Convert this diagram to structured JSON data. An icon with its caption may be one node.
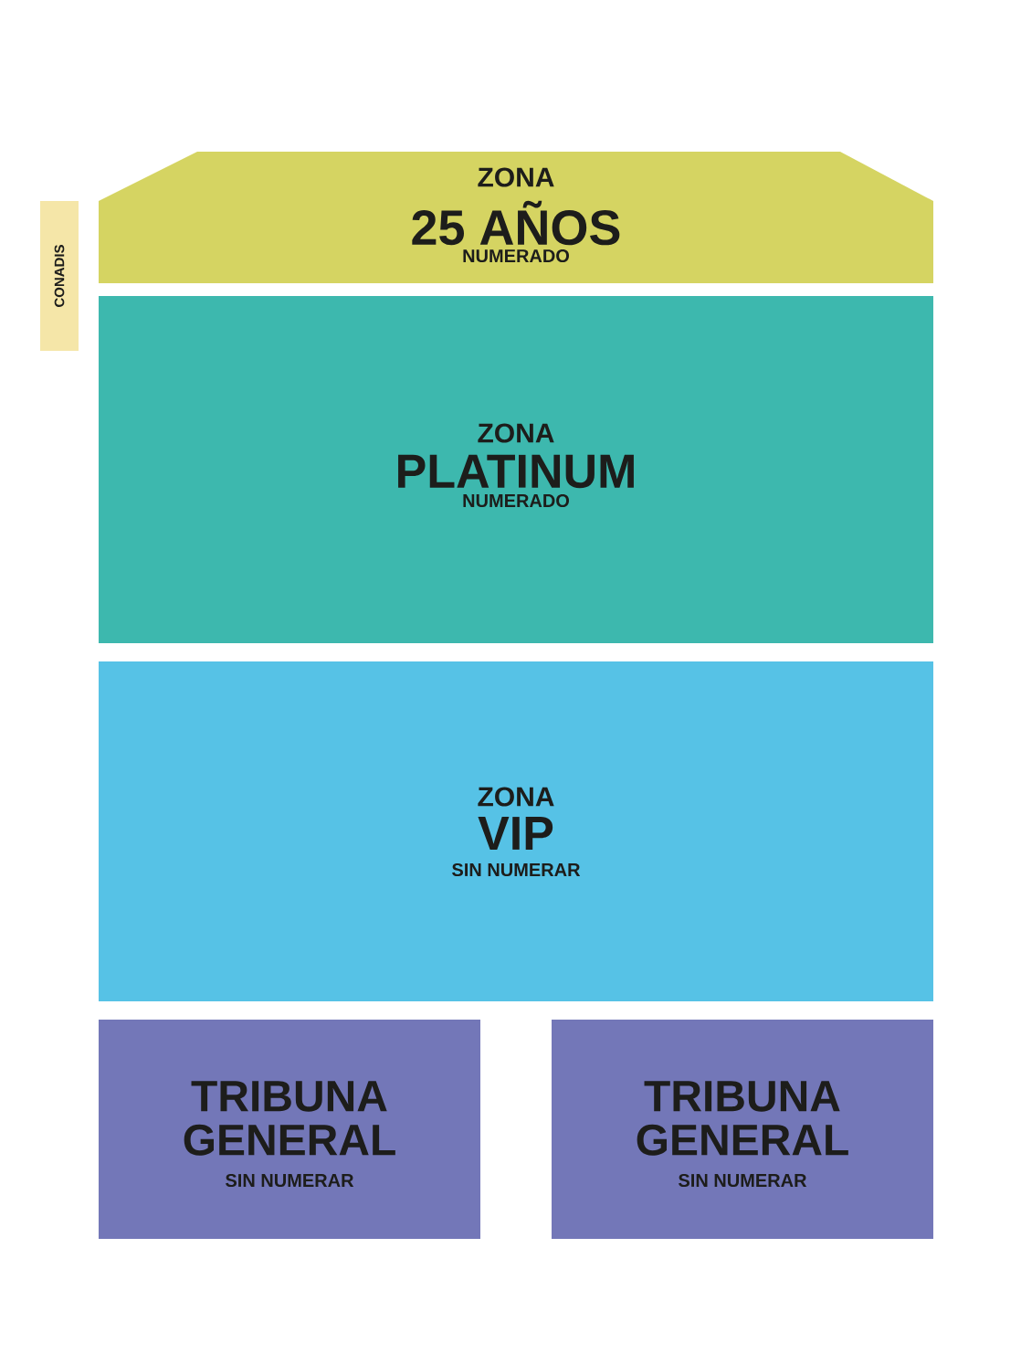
{
  "diagram": {
    "nodes": [
      {
        "text": [
          "CONADIS"
        ]
      },
      {
        "text": [
          "ZONA",
          "25 AÑOS",
          "NUMERADO"
        ]
      },
      {
        "text": [
          "ZONA",
          "PLATINUM",
          "NUMERADO"
        ]
      },
      {
        "text": [
          "ZONA",
          "VIP",
          "SIN NUMERAR"
        ]
      },
      {
        "text": [
          "TRIBUNA GENERAL",
          "SIN NUMERAR"
        ]
      },
      {
        "text": [
          "TRIBUNA GENERAL",
          "SIN NUMERAR"
        ]
      }
    ]
  }
}
